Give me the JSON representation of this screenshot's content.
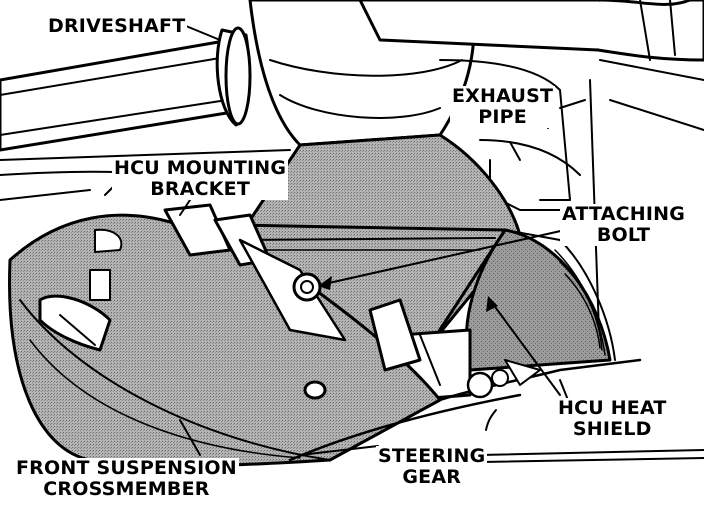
{
  "labels": {
    "driveshaft": "DRIVESHAFT",
    "exhaust_pipe": [
      "EXHAUST",
      "PIPE"
    ],
    "hcu_mounting_bracket": [
      "HCU MOUNTING",
      "BRACKET"
    ],
    "attaching_bolt": [
      "ATTACHING",
      "BOLT"
    ],
    "hcu_heat_shield": [
      "HCU HEAT",
      "SHIELD"
    ],
    "steering_gear": [
      "STEERING",
      "GEAR"
    ],
    "front_suspension_crossmember": [
      "FRONT SUSPENSION",
      "CROSSMEMBER"
    ]
  },
  "colors": {
    "ink": "#000000",
    "shade": "#a8a8a8",
    "paper": "#ffffff"
  }
}
